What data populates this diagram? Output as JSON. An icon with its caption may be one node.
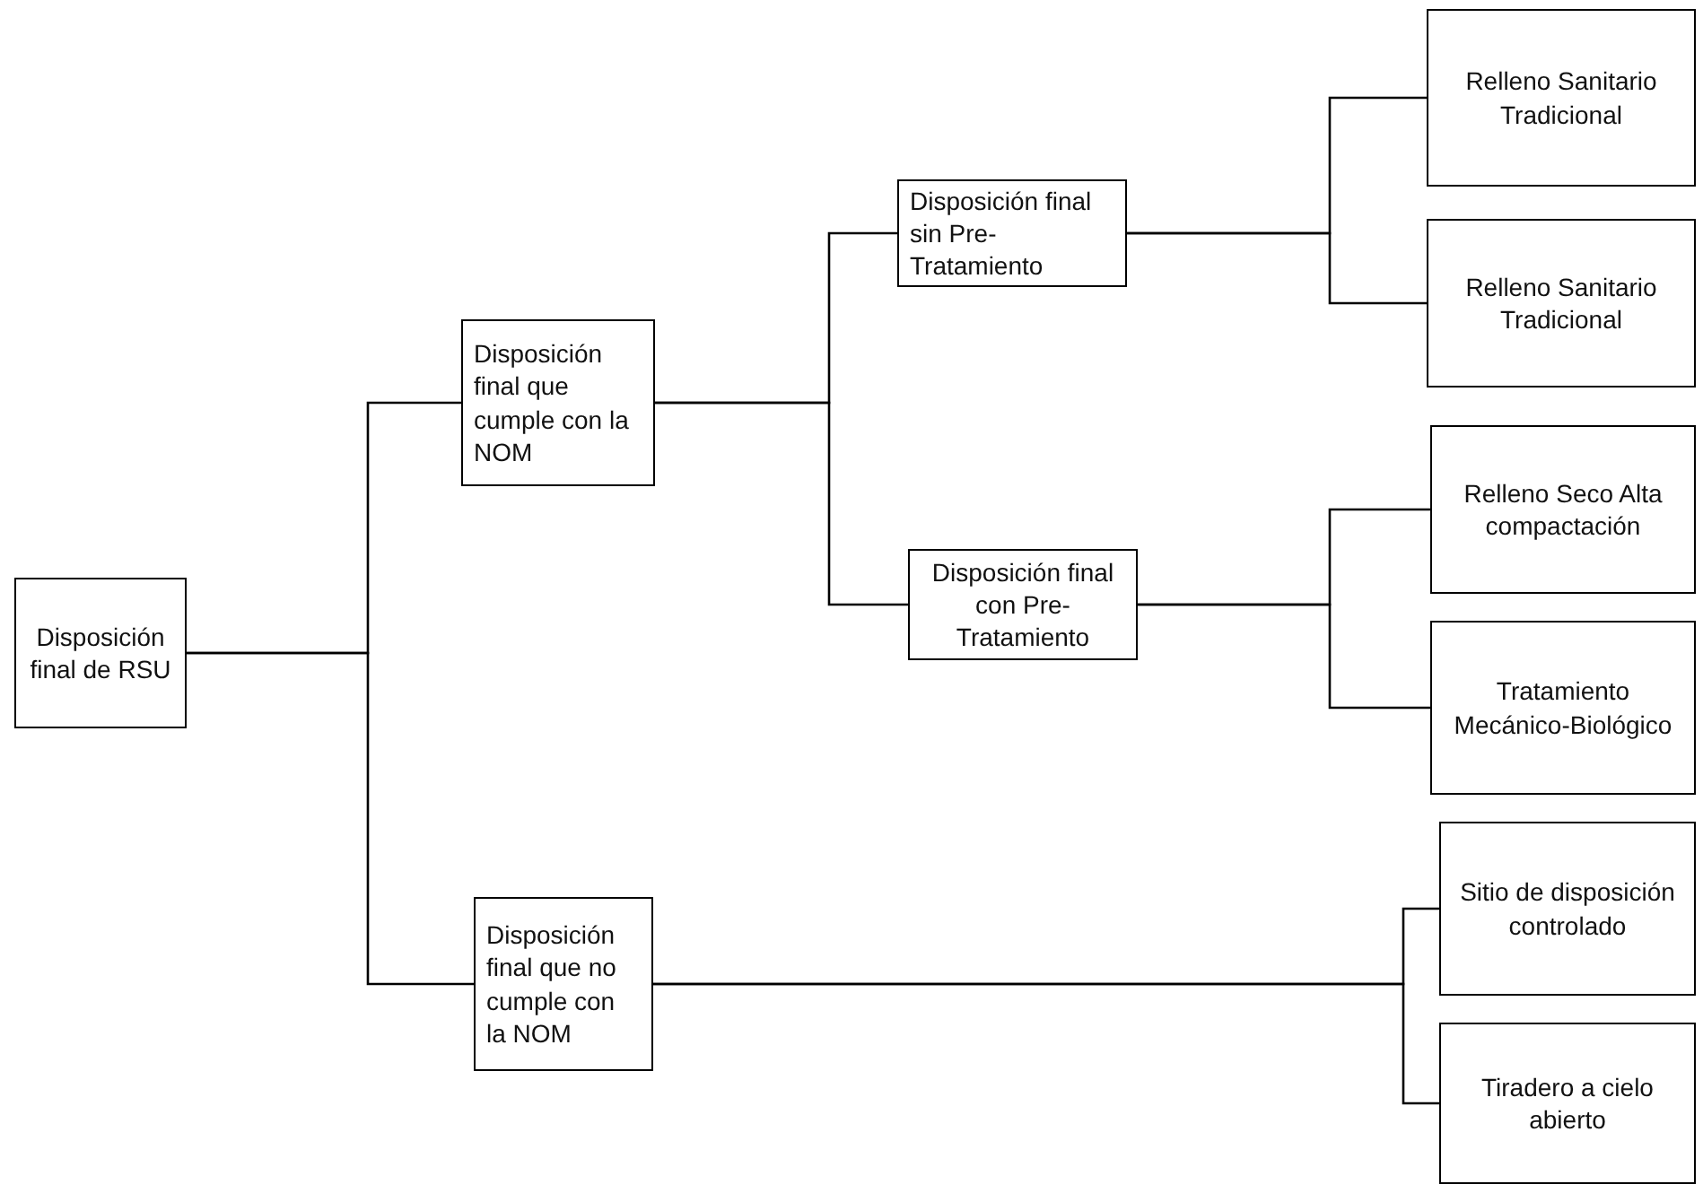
{
  "diagram": {
    "nodes": [
      {
        "text": [
          "Disposición final de RSU"
        ]
      },
      {
        "text": [
          "Disposición final que cumple con la NOM"
        ]
      },
      {
        "text": [
          "Disposición final que no cumple con la NOM"
        ]
      },
      {
        "text": [
          "Disposición final sin Pre-Tratamiento"
        ]
      },
      {
        "text": [
          "Disposición final con Pre-Tratamiento"
        ]
      },
      {
        "text": [
          "Relleno Sanitario Tradicional"
        ]
      },
      {
        "text": [
          "Relleno Sanitario Tradicional"
        ]
      },
      {
        "text": [
          "Relleno Seco Alta compactación"
        ]
      },
      {
        "text": [
          "Tratamiento Mecánico-Biológico"
        ]
      },
      {
        "text": [
          "Sitio de disposición controlado"
        ]
      },
      {
        "text": [
          "Tiradero a cielo abierto"
        ]
      }
    ],
    "edges": [
      {
        "from": 0,
        "to": 1,
        "arrow": "none"
      },
      {
        "from": 0,
        "to": 2,
        "arrow": "none"
      },
      {
        "from": 1,
        "to": 3,
        "arrow": "none"
      },
      {
        "from": 1,
        "to": 4,
        "arrow": "none"
      },
      {
        "from": 3,
        "to": 5,
        "arrow": "none"
      },
      {
        "from": 3,
        "to": 6,
        "arrow": "none"
      },
      {
        "from": 4,
        "to": 7,
        "arrow": "none"
      },
      {
        "from": 4,
        "to": 8,
        "arrow": "none"
      },
      {
        "from": 2,
        "to": 9,
        "arrow": "none"
      },
      {
        "from": 2,
        "to": 10,
        "arrow": "none"
      }
    ]
  }
}
